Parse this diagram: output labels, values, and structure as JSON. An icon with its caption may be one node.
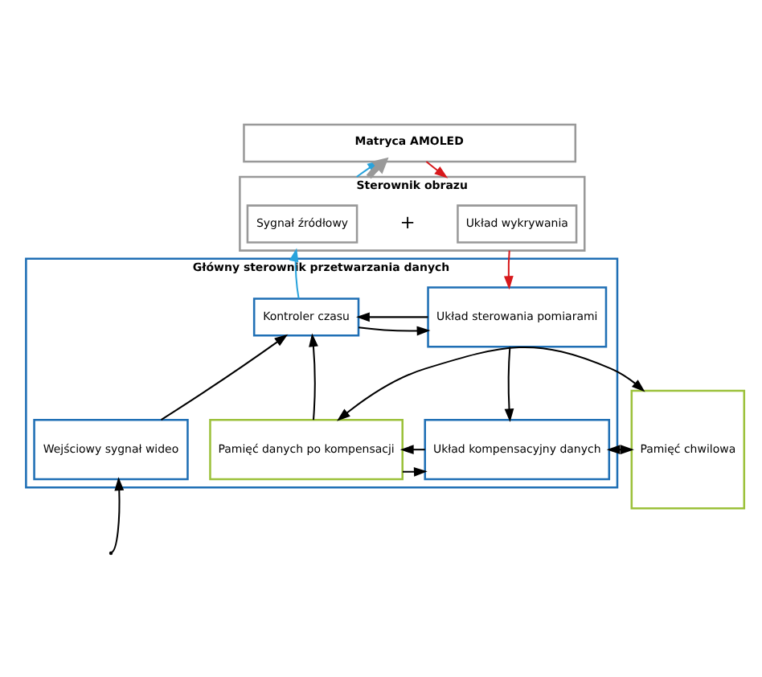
{
  "diagram": {
    "nodes": [
      {
        "text": [
          "Matryca AMOLED"
        ]
      },
      {
        "text": [
          "Sterownik obrazu"
        ]
      },
      {
        "text": [
          "Sygnał źródłowy"
        ],
        "in": 1
      },
      {
        "text": [
          "Układ wykrywania"
        ],
        "in": 1
      },
      {
        "text": [
          "Główny sterownik przetwarzania danych"
        ]
      },
      {
        "text": [
          "Kontroler czasu"
        ],
        "in": 4
      },
      {
        "text": [
          "Układ sterowania pomiarami"
        ],
        "in": 4
      },
      {
        "text": [
          "Wejściowy sygnał wideo"
        ],
        "in": 4
      },
      {
        "text": [
          "Pamięć danych po kompensacji"
        ],
        "in": 4
      },
      {
        "text": [
          "Układ kompensacyjny danych"
        ],
        "in": 4
      },
      {
        "text": [
          "Pamięć chwilowa"
        ]
      }
    ],
    "edges": [
      {
        "from": 0,
        "to": 1,
        "arrow": "to",
        "color": "#d7191c"
      },
      {
        "from": 1,
        "to": 0,
        "arrow": "to",
        "color": "#29a3dc"
      },
      {
        "from": 1,
        "to": 0,
        "arrow": "to",
        "style": "thick",
        "color": "#999999"
      },
      {
        "from": 5,
        "to": 1,
        "arrow": "to",
        "color": "#29a3dc"
      },
      {
        "from": 1,
        "to": 6,
        "arrow": "to",
        "color": "#d7191c"
      },
      {
        "from": 5,
        "to": 6,
        "arrow": "to"
      },
      {
        "from": 6,
        "to": 5,
        "arrow": "to"
      },
      {
        "from": 7,
        "to": 5,
        "arrow": "to"
      },
      {
        "from": 8,
        "to": 5,
        "arrow": "to"
      },
      {
        "from": 6,
        "to": 9,
        "arrow": "to"
      },
      {
        "from": 8,
        "to": 9,
        "arrow": "to"
      },
      {
        "from": 9,
        "to": 8,
        "arrow": "to"
      },
      {
        "from": 9,
        "to": 10,
        "arrow": "to"
      },
      {
        "from": 10,
        "to": 9,
        "arrow": "to"
      },
      {
        "from": null,
        "to": 7,
        "arrow": "to"
      },
      {
        "from": 8,
        "to": 10,
        "arrow": "both"
      }
    ],
    "labels": [
      "+"
    ]
  }
}
